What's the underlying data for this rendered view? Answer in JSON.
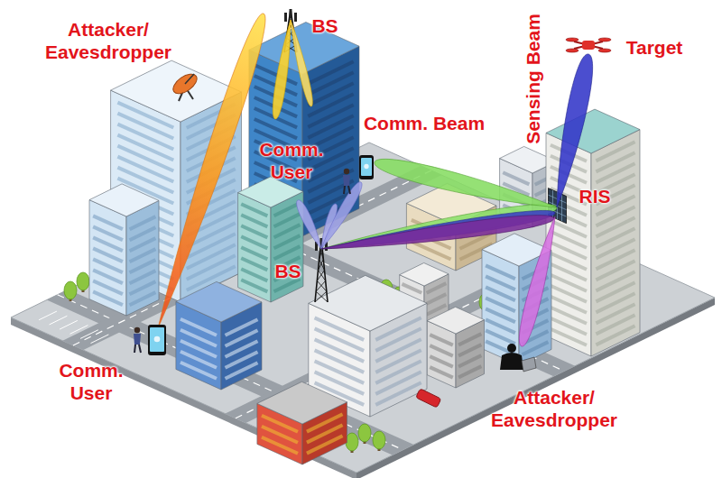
{
  "diagram": {
    "labels": [
      "Attacker/ Eavesdropper",
      "BS",
      "Target",
      "Sensing Beam",
      "Comm. Beam",
      "Comm. User",
      "RIS",
      "BS",
      "Comm. User",
      "Attacker/ Eavesdropper"
    ]
  }
}
